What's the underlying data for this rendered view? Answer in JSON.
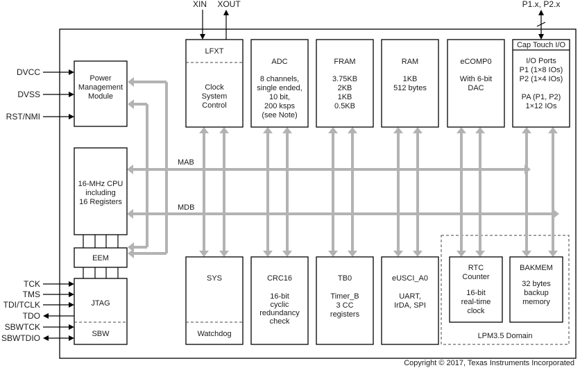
{
  "pins_left": {
    "dvcc": "DVCC",
    "dvss": "DVSS",
    "rst_nmi": "RST/NMI",
    "tck": "TCK",
    "tms": "TMS",
    "tdi_tclk": "TDI/TCLK",
    "tdo": "TDO",
    "sbwtck": "SBWTCK",
    "sbwtdio": "SBWTDIO"
  },
  "pins_top": {
    "xin": "XIN",
    "xout": "XOUT",
    "ports": "P1.x, P2.x"
  },
  "blocks": {
    "pmm": [
      "Power",
      "Management",
      "Module"
    ],
    "cpu": [
      "16-MHz CPU",
      "including",
      "16 Registers"
    ],
    "eem": "EEM",
    "jtag": "JTAG",
    "sbw": "SBW",
    "lfxt": "LFXT",
    "cs": [
      "Clock",
      "System",
      "Control"
    ],
    "adc_title": "ADC",
    "adc": [
      "8 channels,",
      "single ended,",
      "10 bit,",
      "200 ksps",
      "(see Note)"
    ],
    "fram_title": "FRAM",
    "fram": [
      "3.75KB",
      "2KB",
      "1KB",
      "0.5KB"
    ],
    "ram_title": "RAM",
    "ram": [
      "1KB",
      "512 bytes"
    ],
    "ecomp_title": "eCOMP0",
    "ecomp": [
      "With 6-bit",
      "DAC"
    ],
    "captouch": "Cap Touch I/O",
    "io": [
      "I/O Ports",
      "P1 (1×8 IOs)",
      "P2 (1×4 IOs)",
      "",
      "PA (P1, P2)",
      "1×12 IOs"
    ],
    "sys": "SYS",
    "watchdog": "Watchdog",
    "crc_title": "CRC16",
    "crc": [
      "16-bit",
      "cyclic",
      "redundancy",
      "check"
    ],
    "tb0_title": "TB0",
    "tb0": [
      "Timer_B",
      "3 CC",
      "registers"
    ],
    "eusci_title": "eUSCI_A0",
    "eusci": [
      "UART,",
      "IrDA, SPI"
    ],
    "rtc": [
      "RTC",
      "Counter"
    ],
    "rtc_desc": [
      "16-bit",
      "real-time",
      "clock"
    ],
    "bakmem_title": "BAKMEM",
    "bakmem": [
      "32 bytes",
      "backup",
      "memory"
    ],
    "lpm_domain": "LPM3.5 Domain"
  },
  "buses": {
    "mab": "MAB",
    "mdb": "MDB"
  },
  "copyright": "Copyright © 2017, Texas Instruments Incorporated"
}
